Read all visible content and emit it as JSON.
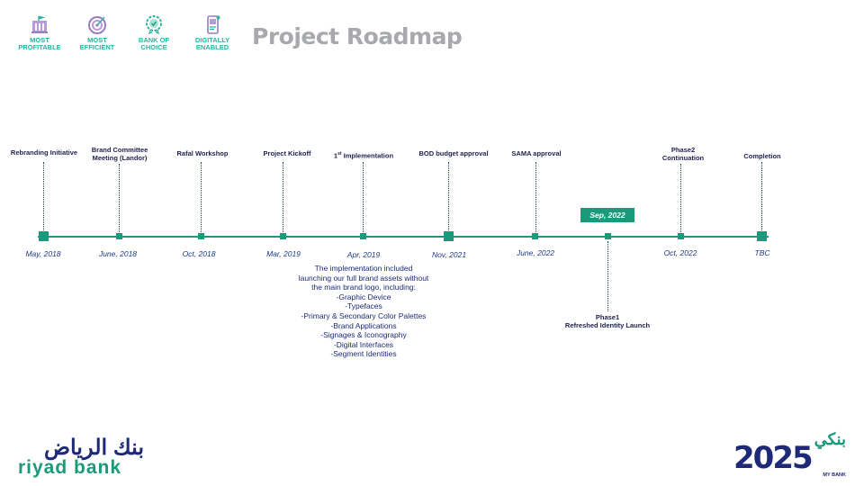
{
  "header": {
    "title": "Project Roadmap",
    "pillars": [
      {
        "icon": "bank-building-icon",
        "line1": "MOST",
        "line2": "PROFITABLE",
        "color": "#2bb3a0",
        "icon_color": "#9b7bc4"
      },
      {
        "icon": "target-icon",
        "line1": "MOST",
        "line2": "EFFICIENT",
        "color": "#2bb3a0",
        "icon_color": "#9b7bc4"
      },
      {
        "icon": "award-badge-icon",
        "line1": "BANK OF",
        "line2": "CHOICE",
        "color": "#2bb3a0",
        "icon_color": "#2bb3a0"
      },
      {
        "icon": "mobile-phone-icon",
        "line1": "DIGITALLY",
        "line2": "ENABLED",
        "color": "#2bb3a0",
        "icon_color": "#9b7bc4"
      }
    ]
  },
  "timeline": {
    "milestones": [
      {
        "label": "Rebranding Initiative",
        "date": "May, 2018"
      },
      {
        "label": "Brand Committee Meeting  (Landor)",
        "date": "June, 2018"
      },
      {
        "label": "Rafal Workshop",
        "date": "Oct, 2018"
      },
      {
        "label": "Project Kickoff",
        "date": "Mar, 2019"
      },
      {
        "label": "1st Implementation",
        "date": "Apr, 2019"
      },
      {
        "label": "BOD budget approval",
        "date": "Nov, 2021"
      },
      {
        "label": "SAMA approval",
        "date": "June, 2022"
      },
      {
        "label": "Phase1 Refreshed Identity  Launch",
        "date": "Sep, 2022"
      },
      {
        "label": "Phase2 Continuation",
        "date": "Oct, 2022"
      },
      {
        "label": "Completion",
        "date": "TBC"
      }
    ],
    "implementation_note": [
      "The implementation included",
      "launching our full brand assets without",
      "the main brand logo, including:",
      "-Graphic Device",
      "-Typefaces",
      "-Primary & Secondary Color Palettes",
      "-Brand Applications",
      "-Signages & Iconography",
      "-Digital Interfaces",
      "-Segment Identities"
    ],
    "phase1_line1": "Phase1",
    "phase1_line2": "Refreshed Identity  Launch",
    "colors": {
      "line": "#1a9a7a",
      "text": "#1e2a78"
    }
  },
  "footer": {
    "riyad_arabic": "بنك الرياض",
    "riyad_english": "riyad bank",
    "mybank_arabic": "بنكي",
    "mybank_number": "2025",
    "mybank_english": "MY BANK"
  }
}
